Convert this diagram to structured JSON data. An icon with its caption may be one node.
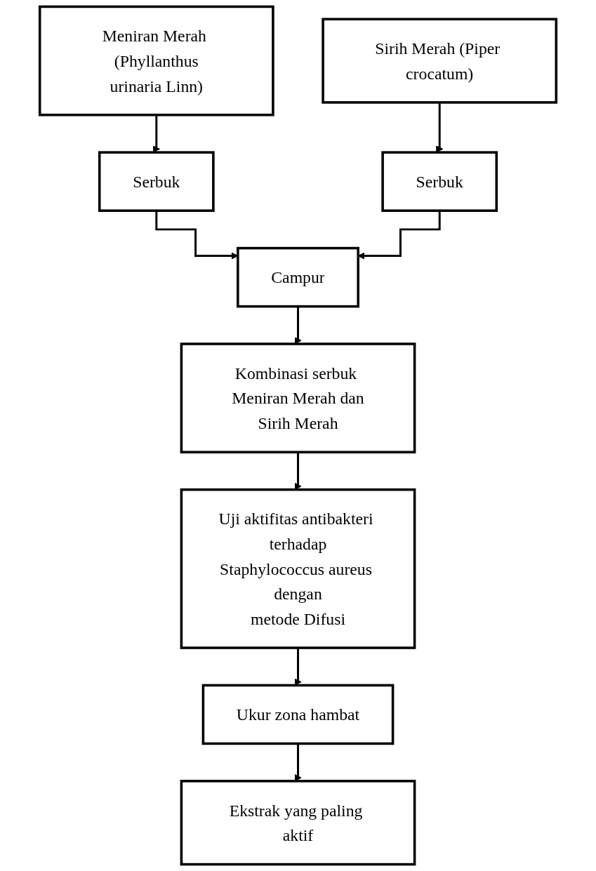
{
  "diagram": {
    "nodes": [
      {
        "text": [
          "Meniran Merah (Phyllanthus urinaria Linn)"
        ]
      },
      {
        "text": [
          "Sirih Merah (Piper crocatum)"
        ]
      },
      {
        "text": [
          "Serbuk"
        ]
      },
      {
        "text": [
          "Serbuk"
        ]
      },
      {
        "text": [
          "Campur"
        ]
      },
      {
        "text": [
          "Kombinasi serbuk Meniran Merah dan Sirih Merah"
        ]
      },
      {
        "text": [
          "Uji aktifitas antibakteri terhadap Staphylococcus aureus dengan metode Difusi"
        ]
      },
      {
        "text": [
          "Ukur zona hambat"
        ]
      },
      {
        "text": [
          "Ekstrak yang paling aktif"
        ]
      }
    ],
    "edges": [
      {
        "from": 0,
        "to": 2,
        "arrow": "to"
      },
      {
        "from": 1,
        "to": 3,
        "arrow": "to"
      },
      {
        "from": 2,
        "to": 4,
        "arrow": "to"
      },
      {
        "from": 3,
        "to": 4,
        "arrow": "to"
      },
      {
        "from": 4,
        "to": 5,
        "arrow": "to"
      },
      {
        "from": 5,
        "to": 6,
        "arrow": "to"
      },
      {
        "from": 6,
        "to": 7,
        "arrow": "to"
      },
      {
        "from": 7,
        "to": 8,
        "arrow": "to"
      }
    ]
  }
}
